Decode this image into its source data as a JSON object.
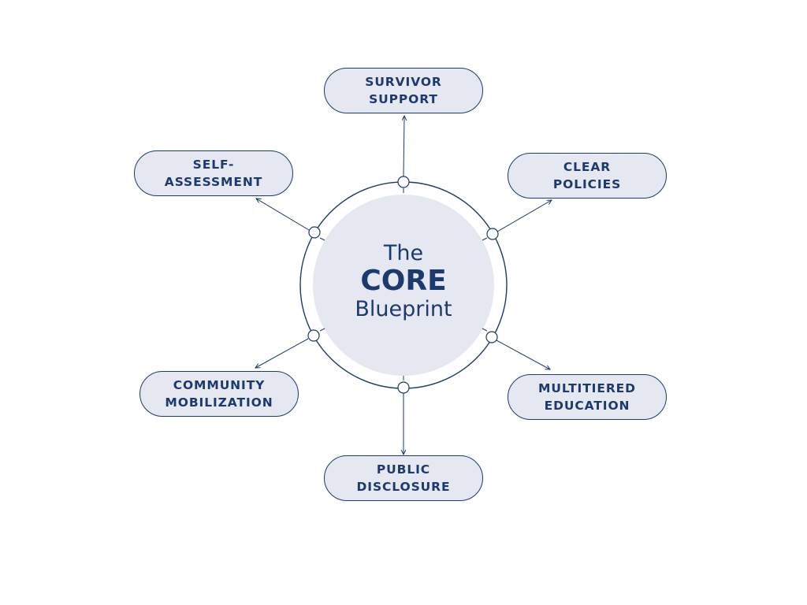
{
  "center": {
    "line1": "The",
    "line2": "CORE",
    "line3": "Blueprint"
  },
  "nodes": [
    {
      "id": "survivor-support",
      "line1": "SURVIVOR",
      "line2": "SUPPORT"
    },
    {
      "id": "clear-policies",
      "line1": "CLEAR",
      "line2": "POLICIES"
    },
    {
      "id": "multitiered-education",
      "line1": "MULTITIERED",
      "line2": "EDUCATION"
    },
    {
      "id": "public-disclosure",
      "line1": "PUBLIC",
      "line2": "DISCLOSURE"
    },
    {
      "id": "community-mobilization",
      "line1": "COMMUNITY",
      "line2": "MOBILIZATION"
    },
    {
      "id": "self-assessment",
      "line1": "SELF-",
      "line2": "ASSESSMENT"
    }
  ],
  "colors": {
    "accent": "#1d3a6e",
    "fill": "#e5e8f1",
    "background": "#ffffff"
  }
}
